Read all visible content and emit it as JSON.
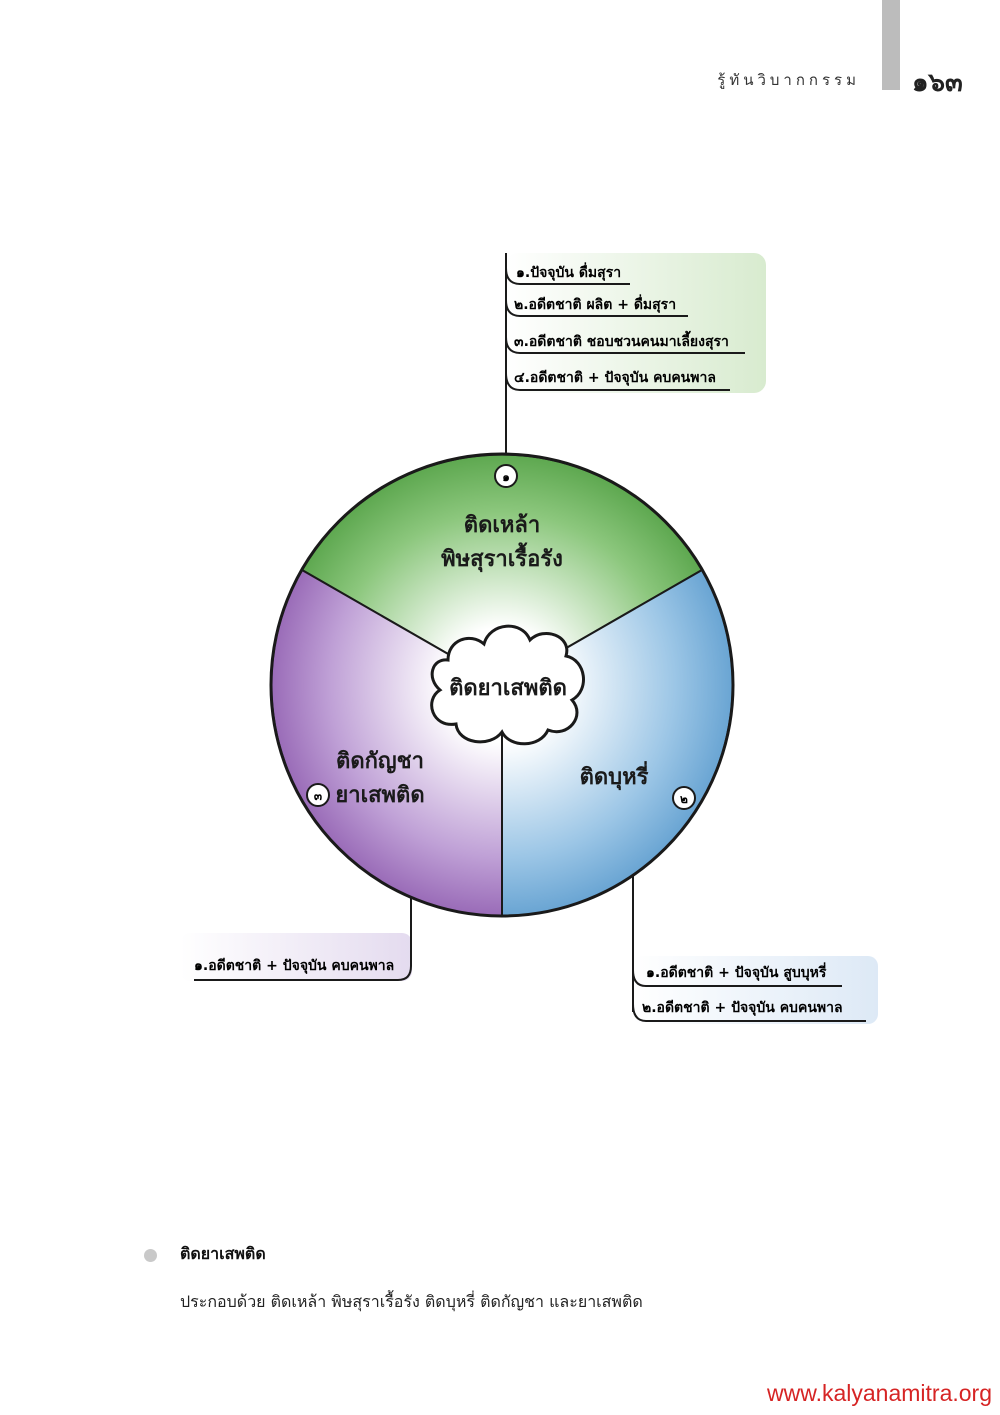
{
  "header": {
    "running_title": "รู้ทันวิบากกรรม",
    "page_number": "๑๖๓"
  },
  "diagram": {
    "center_label": "ติดยาเสพติด",
    "segments": [
      {
        "number": "๑",
        "title_lines": [
          "ติดเหล้า",
          "พิษสุราเรื้อรัง"
        ],
        "color": "#5ea850",
        "causes": [
          "๑.ปัจจุบัน ดื่มสุรา",
          "๒.อดีตชาติ ผลิต + ดื่มสุรา",
          "๓.อดีตชาติ ชอบชวนคนมาเลี้ยงสุรา",
          "๔.อดีตชาติ + ปัจจุบัน คบคนพาล"
        ]
      },
      {
        "number": "๒",
        "title_lines": [
          "ติดบุหรี่"
        ],
        "color": "#6aa5d3",
        "causes": [
          "๑.อดีตชาติ + ปัจจุบัน สูบบุหรี่",
          "๒.อดีตชาติ + ปัจจุบัน คบคนพาล"
        ]
      },
      {
        "number": "๓",
        "title_lines": [
          "ติดกัญชา",
          "ยาเสพติด"
        ],
        "color": "#9a6cb8",
        "causes": [
          "๑.อดีตชาติ + ปัจจุบัน คบคนพาล"
        ]
      }
    ]
  },
  "section": {
    "title": "ติดยาเสพติด",
    "body": "ประกอบด้วย ติดเหล้า พิษสุราเรื้อรัง ติดบุหรี่ ติดกัญชา และยาเสพติด"
  },
  "footer": {
    "url": "www.kalyanamitra.org",
    "url_color": "#d62424"
  }
}
